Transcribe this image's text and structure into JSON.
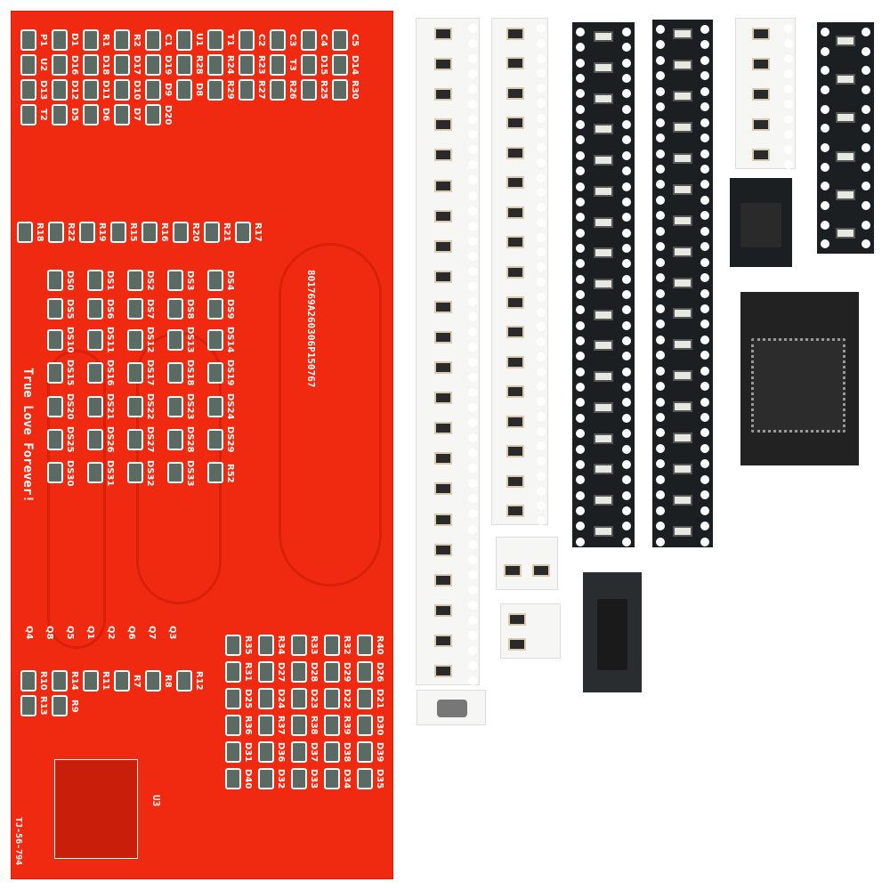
{
  "pcb": {
    "motto": "True Love Forever!",
    "serial": "801769A260306P150767",
    "model": "TJ-56-794",
    "ic_label": "U3",
    "top_labels": [
      "P1",
      "D1",
      "R1",
      "R2",
      "C1",
      "U1",
      "T1",
      "C2",
      "C3",
      "C4",
      "C5",
      "U2",
      "D16",
      "D18",
      "D17",
      "D19",
      "R28",
      "R24",
      "R23",
      "T3",
      "D15",
      "D14",
      "D13",
      "D12",
      "D11",
      "D10",
      "D9",
      "D8",
      "R29",
      "R27",
      "R26",
      "R25",
      "R30",
      "T2",
      "D5",
      "D6",
      "D7",
      "D20"
    ],
    "resistor_row": [
      "R18",
      "R22",
      "R19",
      "R15",
      "R16",
      "R20",
      "R21",
      "R17"
    ],
    "ds_labels": [
      "DS0",
      "DS1",
      "DS2",
      "DS3",
      "DS4",
      "DS5",
      "DS6",
      "DS7",
      "DS8",
      "DS9",
      "DS10",
      "DS11",
      "DS12",
      "DS13",
      "DS14",
      "DS15",
      "DS16",
      "DS17",
      "DS18",
      "DS19",
      "DS20",
      "DS21",
      "DS22",
      "DS23",
      "DS24",
      "DS25",
      "DS26",
      "DS27",
      "DS28",
      "DS29",
      "DS30",
      "DS31",
      "DS32",
      "DS33",
      "R52"
    ],
    "q_row": [
      "Q4",
      "Q8",
      "Q5",
      "Q1",
      "Q2",
      "Q6",
      "Q7",
      "Q3"
    ],
    "r_bottom_row": [
      "R10",
      "R14",
      "R11",
      "R7",
      "R8",
      "R12",
      "R13",
      "R9"
    ],
    "right_labels": [
      "R35",
      "R34",
      "R33",
      "R32",
      "R40",
      "R31",
      "D27",
      "D28",
      "D29",
      "D26",
      "D25",
      "D24",
      "D23",
      "D22",
      "D21",
      "R36",
      "R37",
      "R38",
      "R39",
      "D30",
      "D31",
      "D36",
      "D37",
      "D38",
      "D39",
      "D40",
      "D32",
      "D33",
      "D34",
      "D35"
    ]
  },
  "components": {
    "white_tape_1_parts": 22,
    "white_tape_2_parts": 17,
    "black_tape_1_leds": 17,
    "black_tape_2_leds": 17,
    "small_white_tape_parts": 5,
    "black_tape_transistors": 6
  }
}
